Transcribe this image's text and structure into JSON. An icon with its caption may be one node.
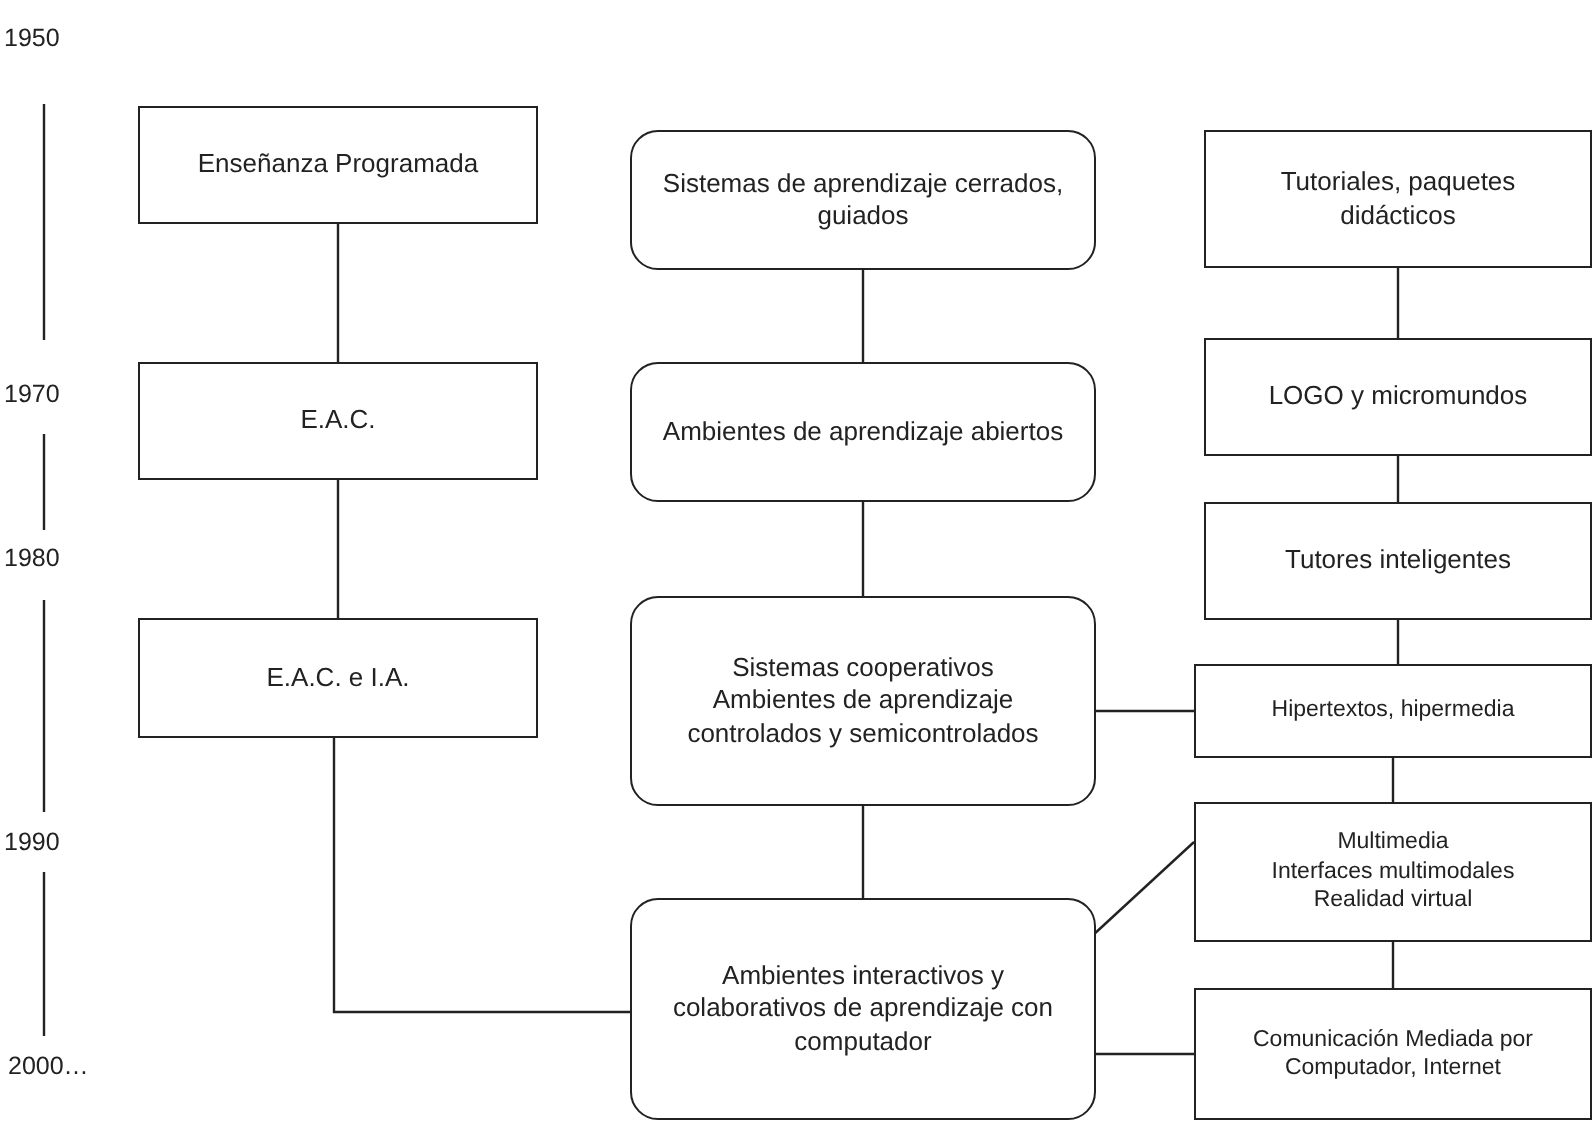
{
  "diagram": {
    "nodes": [
      {
        "text": [
          "Enseñanza Programada"
        ]
      },
      {
        "text": [
          "E.A.C."
        ]
      },
      {
        "text": [
          "E.A.C. e I.A."
        ]
      },
      {
        "text": [
          "Sistemas de aprendizaje cerrados, guiados"
        ]
      },
      {
        "text": [
          "Ambientes de aprendizaje abiertos"
        ]
      },
      {
        "text": [
          "Sistemas cooperativos",
          "Ambientes de aprendizaje controlados y semicontrolados"
        ]
      },
      {
        "text": [
          "Ambientes interactivos y colaborativos de aprendizaje con computador"
        ]
      },
      {
        "text": [
          "Tutoriales, paquetes didácticos"
        ]
      },
      {
        "text": [
          "LOGO y micromundos"
        ]
      },
      {
        "text": [
          "Tutores inteligentes"
        ]
      },
      {
        "text": [
          "Hipertextos, hipermedia"
        ]
      },
      {
        "text": [
          "Multimedia",
          "Interfaces multimodales",
          "Realidad virtual"
        ]
      },
      {
        "text": [
          "Comunicación Mediada por Computador, Internet"
        ]
      }
    ],
    "edges": [
      {
        "from": 0,
        "to": 1,
        "arrow": "none"
      },
      {
        "from": 1,
        "to": 2,
        "arrow": "none"
      },
      {
        "from": 2,
        "to": 6,
        "arrow": "none"
      },
      {
        "from": 3,
        "to": 4,
        "arrow": "none"
      },
      {
        "from": 4,
        "to": 5,
        "arrow": "none"
      },
      {
        "from": 5,
        "to": 6,
        "arrow": "none"
      },
      {
        "from": 7,
        "to": 8,
        "arrow": "none"
      },
      {
        "from": 8,
        "to": 9,
        "arrow": "none"
      },
      {
        "from": 9,
        "to": 10,
        "arrow": "none"
      },
      {
        "from": 10,
        "to": 11,
        "arrow": "none"
      },
      {
        "from": 11,
        "to": 12,
        "arrow": "none"
      },
      {
        "from": 5,
        "to": 10,
        "arrow": "none"
      },
      {
        "from": 6,
        "to": 11,
        "arrow": "none"
      },
      {
        "from": 6,
        "to": 12,
        "arrow": "none"
      }
    ],
    "labels": [
      "1950",
      "1970",
      "1980",
      "1990",
      "2000…"
    ]
  }
}
